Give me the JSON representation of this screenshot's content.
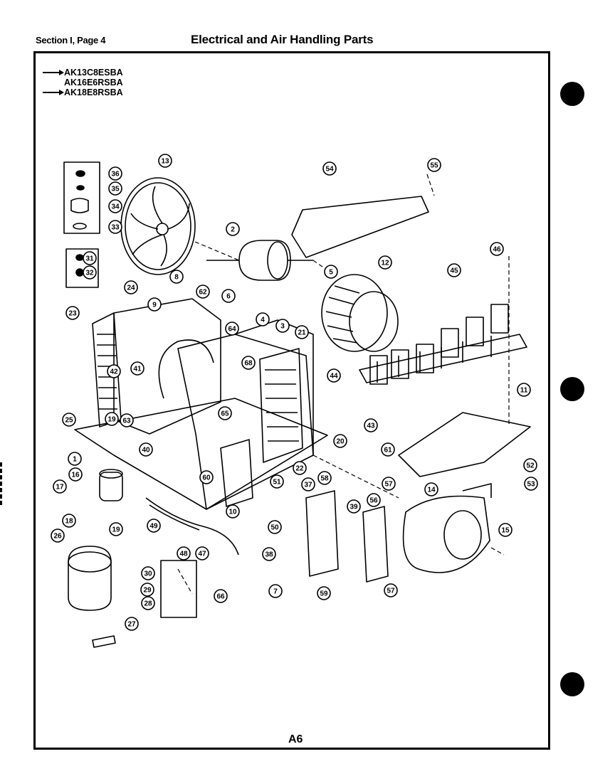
{
  "header": {
    "section": "Section I, Page 4",
    "title": "Electrical and Air Handling Parts"
  },
  "models": [
    {
      "label": "AK13C8ESBA",
      "arrow": true
    },
    {
      "label": "AK16E6RSBA",
      "arrow": false
    },
    {
      "label": "AK18E8RSBA",
      "arrow": true
    }
  ],
  "callouts": [
    "36",
    "35",
    "34",
    "33",
    "31",
    "32",
    "13",
    "2",
    "54",
    "55",
    "5",
    "12",
    "46",
    "45",
    "8",
    "9",
    "24",
    "62",
    "6",
    "23",
    "4",
    "3",
    "21",
    "64",
    "68",
    "41",
    "42",
    "25",
    "19",
    "63",
    "40",
    "65",
    "44",
    "20",
    "43",
    "11",
    "61",
    "1",
    "60",
    "22",
    "16",
    "17",
    "18",
    "19",
    "51",
    "37",
    "58",
    "39",
    "56",
    "57",
    "52",
    "53",
    "14",
    "15",
    "10",
    "50",
    "49",
    "48",
    "47",
    "38",
    "26",
    "30",
    "29",
    "28",
    "66",
    "7",
    "59",
    "57",
    "27"
  ],
  "footer": {
    "page_number": "A6"
  }
}
